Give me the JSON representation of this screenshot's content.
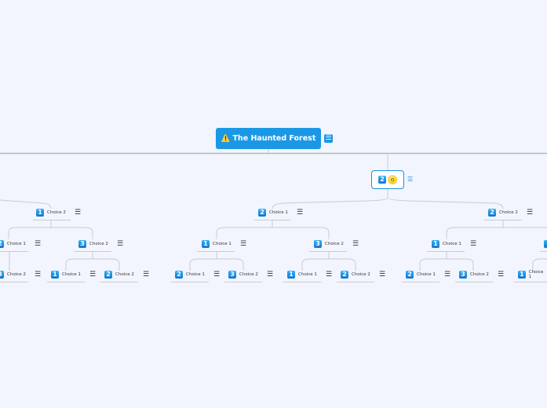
{
  "root": {
    "title": "The Haunted Forest",
    "icon": "warning-icon"
  },
  "hub": {
    "badge": "2",
    "icon": "surprised-face-icon"
  },
  "colors": {
    "accent": "#1a98e6",
    "background": "#f2f5fd",
    "line": "#c8cbd2"
  },
  "nodes": [
    {
      "badge": "1",
      "label": "Choice 2"
    },
    {
      "badge": "2",
      "label": "Choice 1"
    },
    {
      "badge": "2",
      "label": "Choice 2"
    },
    {
      "badge": "2",
      "label": "Choice 1"
    },
    {
      "badge": "3",
      "label": "Choice 2"
    },
    {
      "badge": "1",
      "label": "Choice 1"
    },
    {
      "badge": "3",
      "label": "Choice 2"
    },
    {
      "badge": "1",
      "label": "Choice 1"
    },
    {
      "badge": "",
      "label": ""
    },
    {
      "badge": "3",
      "label": "Choice 2"
    },
    {
      "badge": "1",
      "label": "Choice 1"
    },
    {
      "badge": "2",
      "label": "Choice 2"
    },
    {
      "badge": "2",
      "label": "Choice 1"
    },
    {
      "badge": "3",
      "label": "Choice 2"
    },
    {
      "badge": "1",
      "label": "Choice 1"
    },
    {
      "badge": "2",
      "label": "Choice 2"
    },
    {
      "badge": "2",
      "label": "Choice 1"
    },
    {
      "badge": "3",
      "label": "Choice 2"
    },
    {
      "badge": "1",
      "label": "Choice 1"
    }
  ]
}
